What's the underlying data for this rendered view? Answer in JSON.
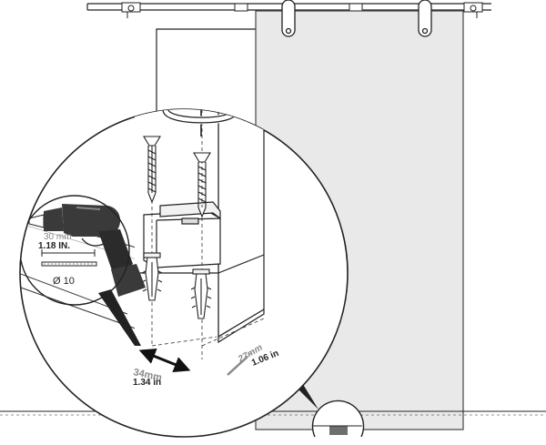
{
  "drill_bit": {
    "depth_metric": "30 mm",
    "depth_imperial": "1.18 IN.",
    "diameter": "Ø 10"
  },
  "dimensions": {
    "width_metric": "34mm",
    "width_imperial": "1.34 in",
    "depth_metric": "27mm",
    "depth_imperial": "1.06 in"
  },
  "colors": {
    "glass_panel": "#e9e9e9",
    "line": "#222222",
    "drill_body": "#3a3a3a",
    "dimension_gray": "#8a8a8a",
    "floor_guide": "#6e6e6e"
  }
}
